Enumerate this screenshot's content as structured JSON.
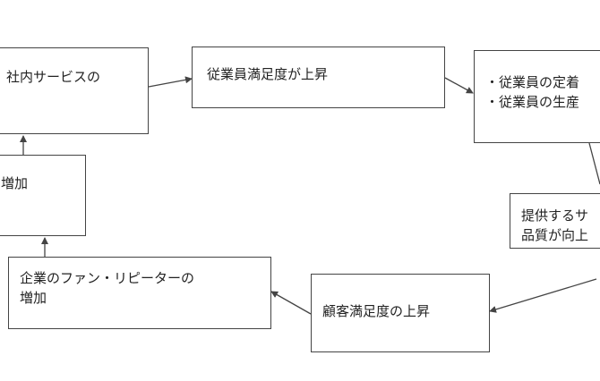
{
  "diagram": {
    "nodes": {
      "service_top": {
        "lines": [
          "社内サービスの"
        ]
      },
      "employee_satisfaction": {
        "lines": [
          "従業員満足度が上昇"
        ]
      },
      "employee_effects": {
        "lines": [
          "・従業員の定着",
          "・従業員の生産"
        ]
      },
      "service_quality": {
        "lines": [
          "提供するサ",
          "品質が向上"
        ]
      },
      "customer_satisfaction": {
        "lines": [
          "顧客満足度の上昇"
        ]
      },
      "fans_repeaters": {
        "lines": [
          "企業のファン・リピーターの",
          "増加"
        ]
      },
      "increase_left": {
        "lines": [
          "増加"
        ]
      }
    },
    "colors": {
      "stroke": "#444444",
      "text": "#222222",
      "background": "#ffffff"
    }
  }
}
